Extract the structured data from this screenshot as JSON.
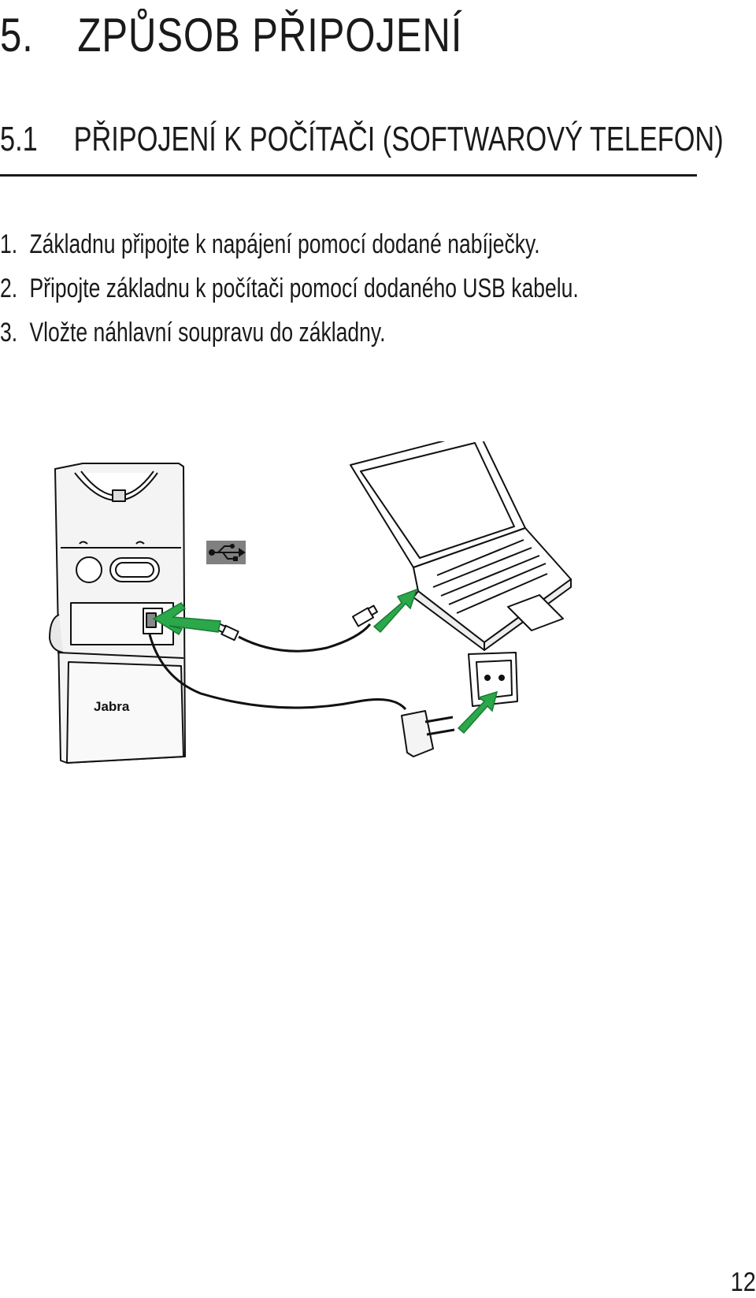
{
  "chapter": {
    "number": "5.",
    "title": "ZPŮSOB PŘIPOJENÍ"
  },
  "section": {
    "number": "5.1",
    "title": "PŘIPOJENÍ K POČÍTAČI (SOFTWAROVÝ TELEFON)"
  },
  "steps": [
    {
      "number": "1.",
      "text": "Základnu připojte k napájení pomocí dodané nabíječky."
    },
    {
      "number": "2.",
      "text": "Připojte základnu k počítači pomocí dodaného USB kabelu."
    },
    {
      "number": "3.",
      "text": "Vložte náhlavní soupravu do základny."
    }
  ],
  "figure": {
    "base_logo": "Jabra",
    "icons": [
      "usb-icon"
    ],
    "colors": {
      "arrow": "#2aa84a",
      "usb_badge": "#808080",
      "outline": "#111111"
    }
  },
  "page_number": "12"
}
